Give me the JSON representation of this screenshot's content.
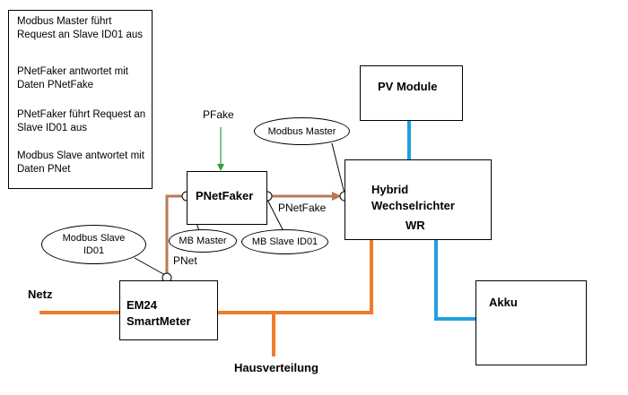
{
  "notes": [
    "Modbus Master führt Request an Slave ID01 aus",
    "PNetFaker antwortet mit Daten PNetFake",
    "PNetFaker führt Request an Slave ID01 aus",
    "Modbus Slave antwortet mit Daten PNet"
  ],
  "boxes": {
    "pv": "PV Module",
    "wr_title1": "Hybrid",
    "wr_title2": "Wechselrichter",
    "wr_abbr": "WR",
    "pnetfaker": "PNetFaker",
    "em24_1": "EM24",
    "em24_2": "SmartMeter",
    "akku": "Akku"
  },
  "ellipses": {
    "modbus_master": "Modbus Master",
    "modbus_slave": "Modbus Slave ID01",
    "mb_master": "MB Master",
    "mb_slave": "MB Slave ID01"
  },
  "labels": {
    "pfake": "PFake",
    "pnetfake": "PNetFake",
    "pnet": "PNet",
    "netz": "Netz",
    "hausverteilung": "Hausverteilung"
  },
  "colors": {
    "power": "#f07c2a",
    "battery": "#1ea0e0",
    "signal": "#b87a55",
    "input": "#2e9e3e"
  }
}
